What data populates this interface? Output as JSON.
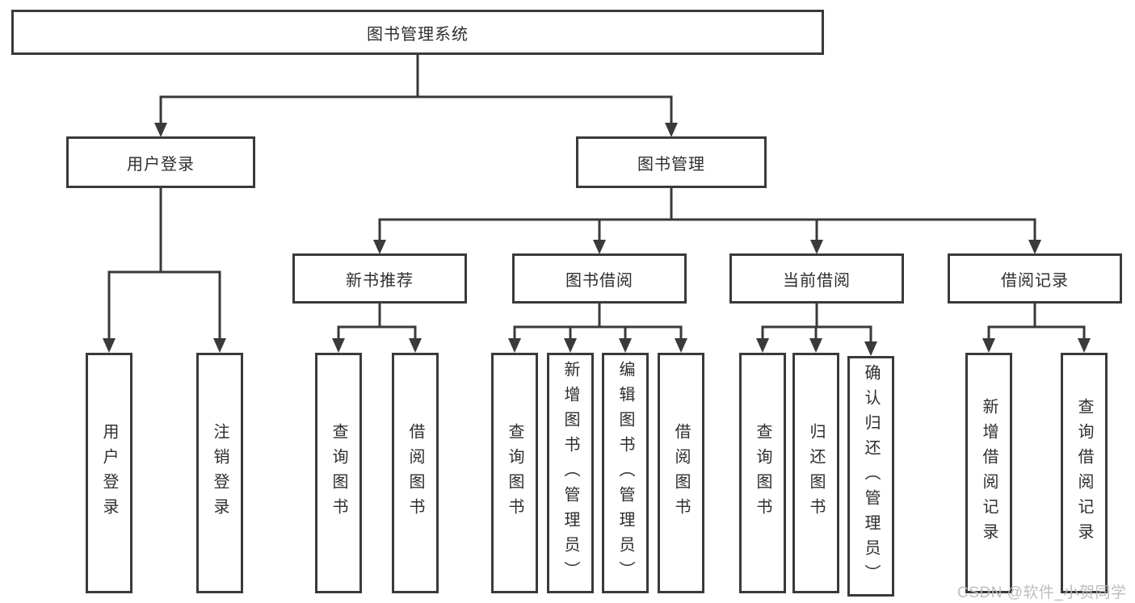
{
  "tree": {
    "root": {
      "label": "图书管理系统"
    },
    "children": [
      {
        "label": "用户登录",
        "children": [
          {
            "label": "用户登录"
          },
          {
            "label": "注销登录"
          }
        ]
      },
      {
        "label": "图书管理",
        "children": [
          {
            "label": "新书推荐",
            "children": [
              {
                "label": "查询图书"
              },
              {
                "label": "借阅图书"
              }
            ]
          },
          {
            "label": "图书借阅",
            "children": [
              {
                "label": "查询图书"
              },
              {
                "label": "新增图书（管理员）"
              },
              {
                "label": "编辑图书（管理员）"
              },
              {
                "label": "借阅图书"
              }
            ]
          },
          {
            "label": "当前借阅",
            "children": [
              {
                "label": "查询图书"
              },
              {
                "label": "归还图书"
              },
              {
                "label": "确认归还（管理员）"
              }
            ]
          },
          {
            "label": "借阅记录",
            "children": [
              {
                "label": "新增借阅记录"
              },
              {
                "label": "查询借阅记录"
              }
            ]
          }
        ]
      }
    ]
  },
  "watermark": {
    "text": "CSDN @软件_小贺同学"
  },
  "colors": {
    "line": "#3a3a3a",
    "box_border": "#3a3a3a",
    "text": "#2e2e2e",
    "watermark": "#b9b9b9",
    "background": "#ffffff"
  }
}
